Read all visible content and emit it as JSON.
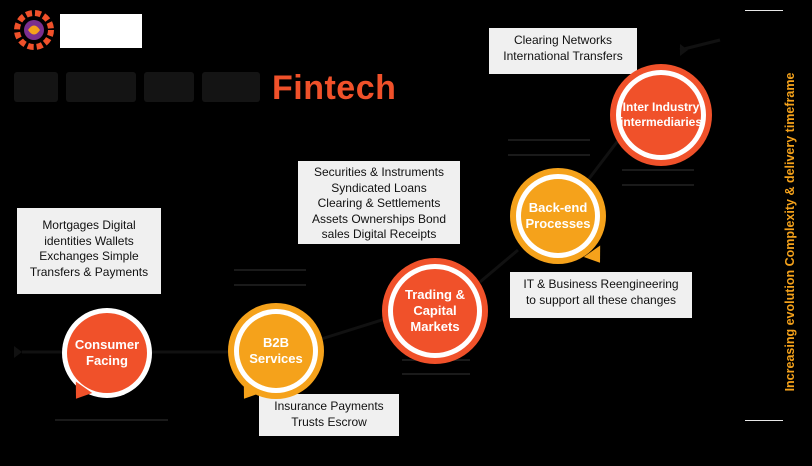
{
  "title": {
    "accent": "Fintech"
  },
  "colors": {
    "orange_red": "#f0512a",
    "amber": "#f5a21b",
    "box_bg": "#f0f0f0",
    "background": "#000000"
  },
  "stages": [
    {
      "id": "consumer",
      "label": "Consumer\nFacing",
      "color": "#f0512a"
    },
    {
      "id": "b2b",
      "label": "B2B\nServices",
      "color": "#f5a21b"
    },
    {
      "id": "trading",
      "label": "Trading &\nCapital\nMarkets",
      "color": "#f0512a"
    },
    {
      "id": "backend",
      "label": "Back-end\nProcesses",
      "color": "#f5a21b"
    },
    {
      "id": "inter",
      "label": "Inter Industry\nintermediaries",
      "color": "#f0512a"
    }
  ],
  "boxes": {
    "consumer": [
      "Mortgages Digital",
      "identities Wallets",
      "Exchanges Simple",
      "Transfers & Payments"
    ],
    "b2b": [
      "Insurance Payments",
      "Trusts Escrow"
    ],
    "trading": [
      "Securities & Instruments",
      "Syndicated Loans",
      "Clearing & Settlements",
      "Assets Ownerships Bond",
      "sales Digital Receipts"
    ],
    "backend": [
      "IT & Business Reengineering",
      "to support all these changes"
    ],
    "inter": [
      "Clearing Networks",
      "International Transfers"
    ]
  },
  "side_label": "Increasing evolution Complexity & delivery timeframe"
}
